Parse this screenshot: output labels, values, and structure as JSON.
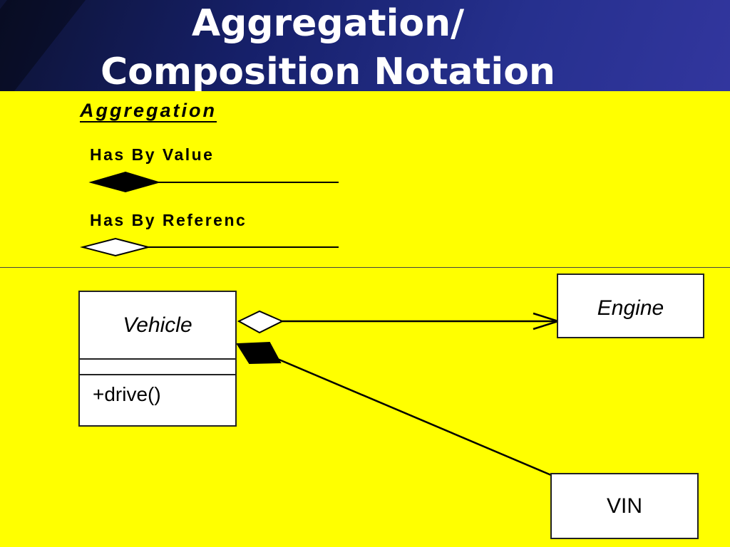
{
  "title": {
    "line1": "Aggregation/",
    "line2": "Composition Notation"
  },
  "legend": {
    "heading": "Aggregation",
    "by_value_label": "Has By Value",
    "by_reference_label": "Has By Referenc"
  },
  "diagram": {
    "vehicle": {
      "name": "Vehicle",
      "method": "+drive()"
    },
    "engine": {
      "name": "Engine"
    },
    "vin": {
      "name": "VIN"
    },
    "relations": [
      {
        "from": "Vehicle",
        "to": "Engine",
        "kind": "aggregation (hollow diamond)",
        "navigable": true
      },
      {
        "from": "Vehicle",
        "to": "VIN",
        "kind": "composition (filled diamond)",
        "navigable": false
      }
    ]
  },
  "colors": {
    "background": "#ffff00",
    "header": "#26308e",
    "title_text": "#ffffff",
    "lines": "#000000"
  }
}
